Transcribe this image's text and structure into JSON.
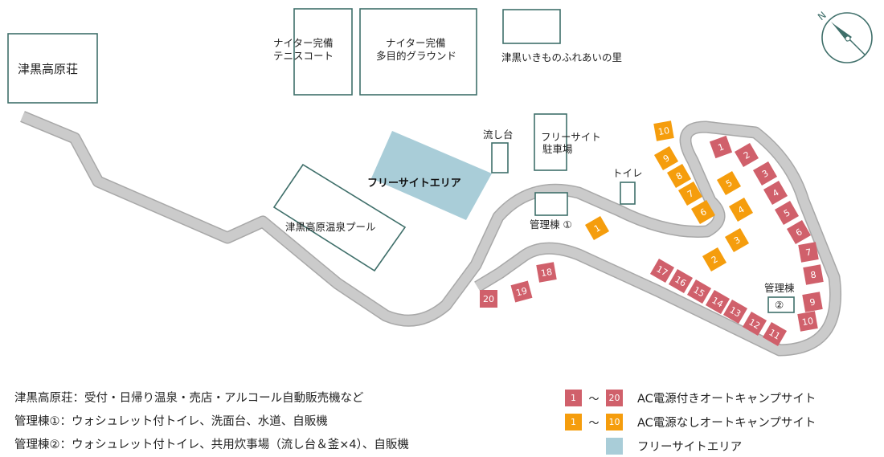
{
  "colors": {
    "ac_site": "#d0606b",
    "nonac_site": "#f59d0d",
    "free_area": "#a9cdd8",
    "road": "#c9c9c9",
    "road_edge": "#a8a8a8",
    "building_stroke": "#3f6f6a"
  },
  "compass": {
    "north_label": "N",
    "icon": "compass-icon"
  },
  "map": {
    "lodge": "津黒高原荘",
    "tennis": [
      "ナイター完備",
      "テニスコート"
    ],
    "ground": [
      "ナイター完備",
      "多目的グラウンド"
    ],
    "creature_village": "津黒いきものふれあいの里",
    "sink": "流し台",
    "free_parking": [
      "フリーサイト",
      "駐車場"
    ],
    "free_area": "フリーサイトエリア",
    "toilet": "トイレ",
    "pool": "津黒高原温泉プール",
    "kanri1": "管理棟 ①",
    "kanri2": "管理棟",
    "kanri2_num": "②"
  },
  "ac_sites": [
    "1",
    "2",
    "3",
    "4",
    "5",
    "6",
    "7",
    "8",
    "9",
    "10",
    "11",
    "12",
    "13",
    "14",
    "15",
    "16",
    "17",
    "18",
    "19",
    "20"
  ],
  "nonac_sites": [
    "1",
    "2",
    "3",
    "4",
    "5",
    "6",
    "7",
    "8",
    "9",
    "10"
  ],
  "notes": [
    "津黒高原荘：受付・日帰り温泉・売店・アルコール自動販売機など",
    "管理棟①：ウォシュレット付トイレ、洗面台、水道、自販機",
    "管理棟②：ウォシュレット付トイレ、共用炊事場（流し台＆釜×4）、自販機"
  ],
  "legend": {
    "ac": {
      "from": "1",
      "to": "20",
      "tilde": "～",
      "label": "AC電源付きオートキャンプサイト"
    },
    "nonac": {
      "from": "1",
      "to": "10",
      "tilde": "～",
      "label": "AC電源なしオートキャンプサイト"
    },
    "free": {
      "label": "フリーサイトエリア"
    }
  }
}
